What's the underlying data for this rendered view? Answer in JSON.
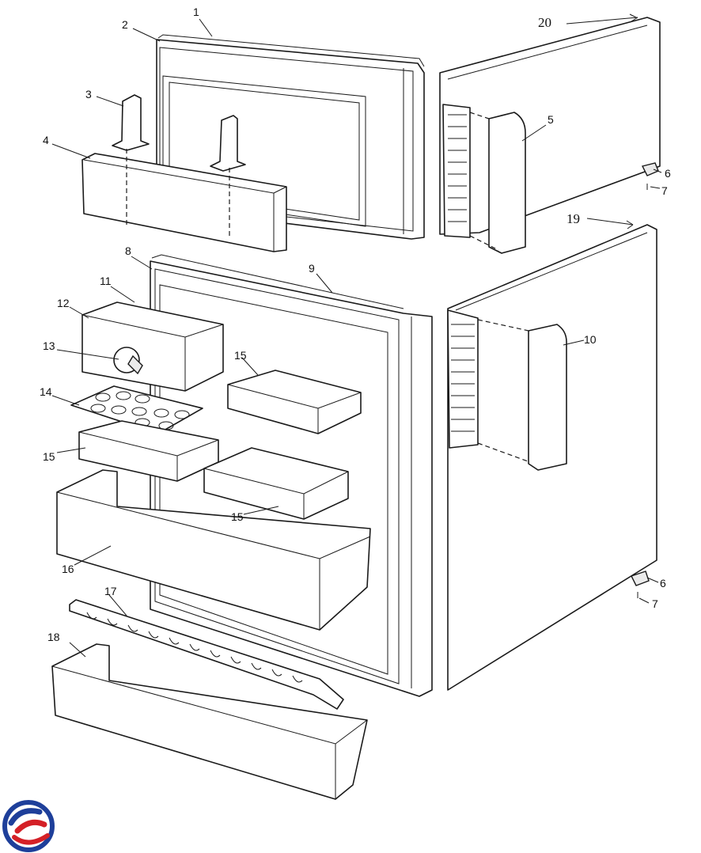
{
  "part_labels": {
    "p1": "1",
    "p2": "2",
    "p3": "3",
    "p4": "4",
    "p5": "5",
    "p6a": "6",
    "p6b": "6",
    "p7a": "7",
    "p7b": "7",
    "p8": "8",
    "p9": "9",
    "p10": "10",
    "p11": "11",
    "p12": "12",
    "p13": "13",
    "p14": "14",
    "p15a": "15",
    "p15b": "15",
    "p15c": "15",
    "p16": "16",
    "p17": "17",
    "p18": "18",
    "p19": "19",
    "p20": "20"
  },
  "logo": {
    "icon": "brand-swirl-logo",
    "colors": {
      "blue": "#1e3f9a",
      "red": "#d42027"
    }
  }
}
